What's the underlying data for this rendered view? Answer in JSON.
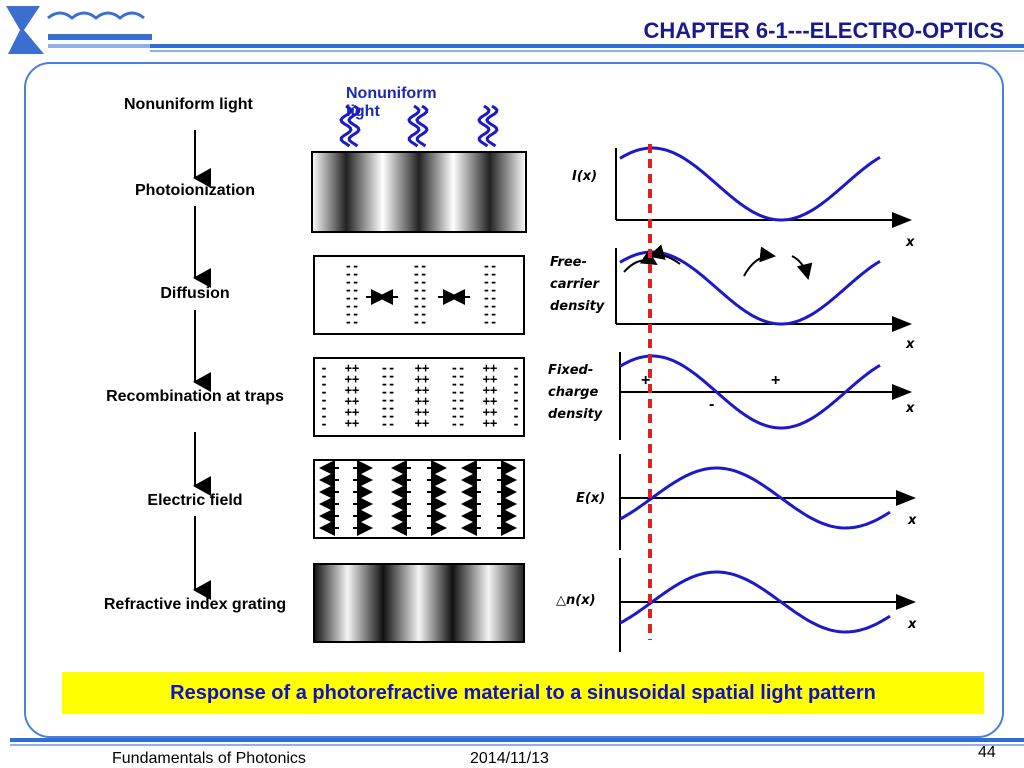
{
  "header": {
    "chapter_title": "CHAPTER 6-1---ELECTRO-OPTICS"
  },
  "diagram": {
    "incident_light_label": "Nonuniform light",
    "steps": [
      {
        "label": "Nonuniform light"
      },
      {
        "label": "Photoionization"
      },
      {
        "label": "Diffusion"
      },
      {
        "label": "Recombination at traps"
      },
      {
        "label": "Electric field"
      },
      {
        "label": "Refractive index grating"
      }
    ],
    "curves": [
      {
        "label": "I(x)",
        "axis": "x"
      },
      {
        "label": "Free-carrier density",
        "axis": "x"
      },
      {
        "label": "Fixed-charge density",
        "axis": "x",
        "marks": [
          "+",
          "+",
          "-"
        ]
      },
      {
        "label": "E(x)",
        "axis": "x"
      },
      {
        "label": "△n(x)",
        "axis": "x"
      }
    ],
    "charges": {
      "minus": "-",
      "plus": "+"
    }
  },
  "caption": "Response of a photorefractive material to a sinusoidal spatial light pattern",
  "footer": {
    "title": "Fundamentals of Photonics",
    "date": "2014/11/13",
    "page": "44"
  },
  "colors": {
    "accent": "#2d6fd6",
    "curve": "#1a1ac8",
    "marker": "#e02020",
    "caption_bg": "#ffff00",
    "caption_text": "#1010c8"
  }
}
